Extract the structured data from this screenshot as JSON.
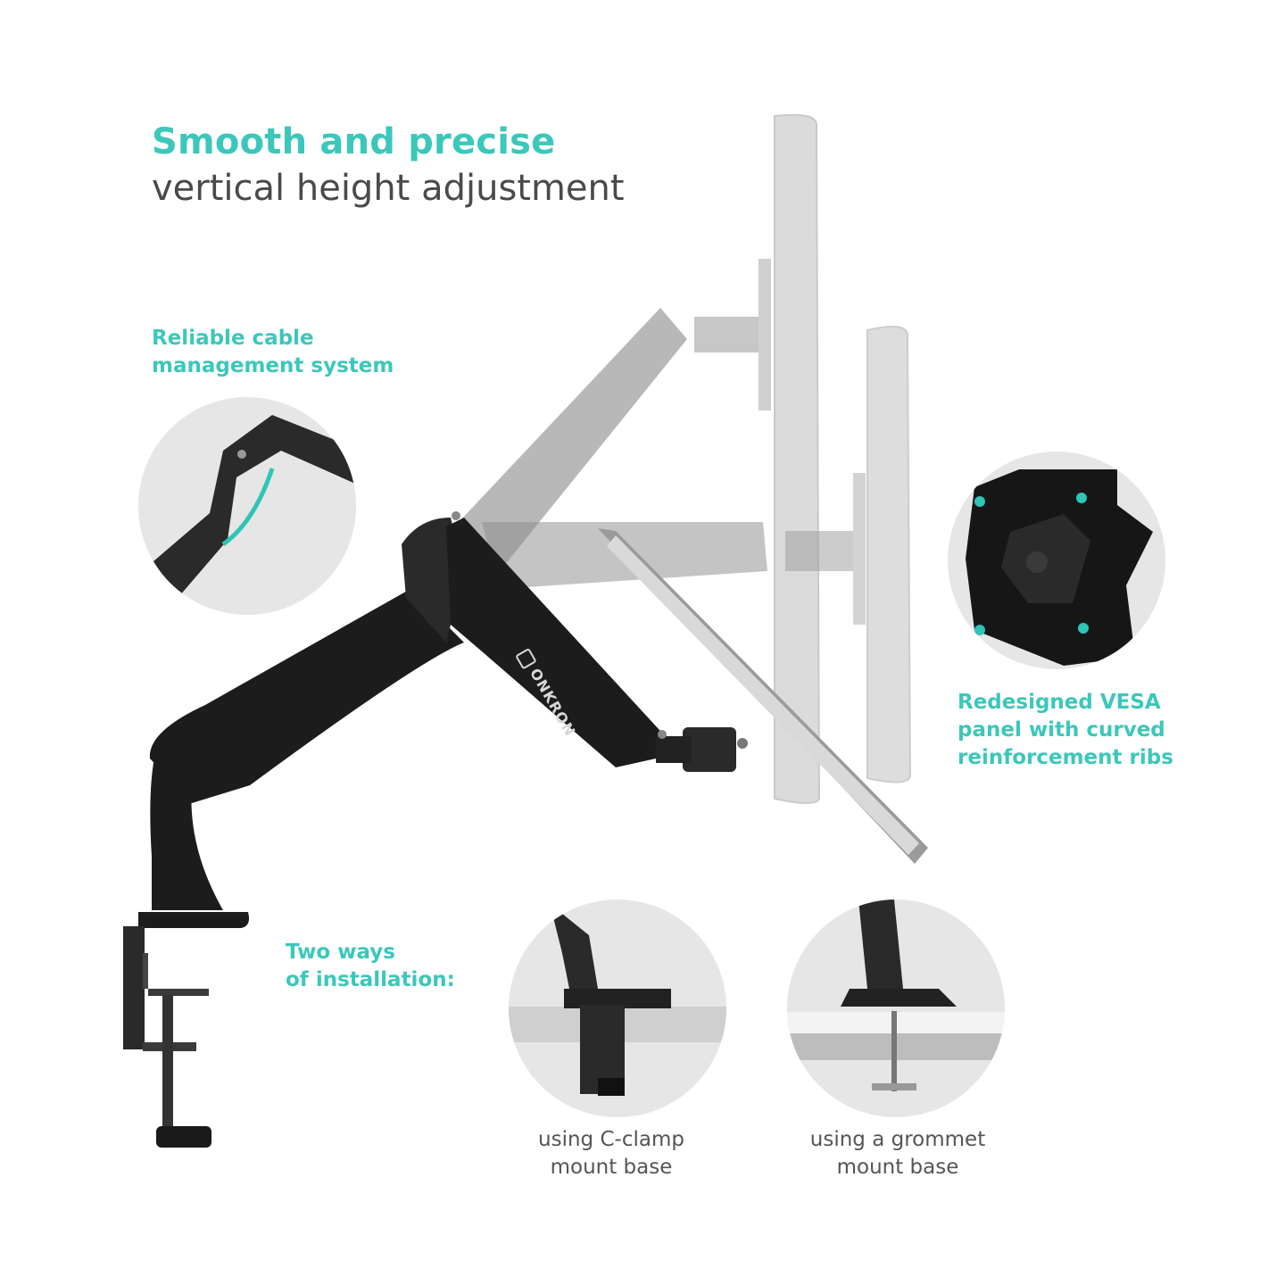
{
  "headline": {
    "line1": "Smooth and precise",
    "line2": "vertical height adjustment"
  },
  "features": {
    "cable": {
      "line1": "Reliable cable",
      "line2": "management system"
    },
    "vesa": {
      "line1": "Redesigned VESA",
      "line2": "panel with curved",
      "line3": "reinforcement ribs"
    },
    "install": {
      "line1": "Two ways",
      "line2": "of installation:"
    }
  },
  "captions": {
    "clamp": {
      "line1": "using C-clamp",
      "line2": "mount base"
    },
    "grommet": {
      "line1": "using a grommet",
      "line2": "mount base"
    }
  },
  "brand": {
    "logo_text": "ONKRON"
  },
  "colors": {
    "accent": "#3cc7bb",
    "arm": "#1c1c1c",
    "ghost": "#9a9a9a"
  },
  "icons": {
    "logo": "onkron-logo-icon"
  }
}
